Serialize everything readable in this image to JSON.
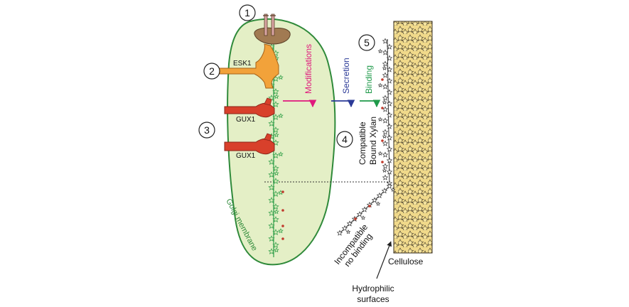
{
  "labels": {
    "step1": "1",
    "step2": "2",
    "step3": "3",
    "step4": "4",
    "step5": "5",
    "esk1": "ESK1",
    "gux1_top": "GUX1",
    "gux1_bottom": "GUX1",
    "modifications": "Modifications",
    "secretion": "Secretion",
    "binding": "Binding",
    "compatible_line1": "Compatible",
    "compatible_line2": "Bound Xylan",
    "incompatible_line1": "Incompatible",
    "incompatible_line2": "no binding",
    "golgi_membrane": "Golgi membrane",
    "cellulose": "Cellulose",
    "hydrophilic_line1": "Hydrophilic",
    "hydrophilic_line2": "surfaces"
  },
  "colors": {
    "golgi_fill": "#e4efc6",
    "golgi_stroke": "#2f8a3a",
    "xylan_chain": "#2e9e48",
    "esk1": "#f2a23a",
    "gux1": "#d8402b",
    "synthase": "#a17a52",
    "modifications": "#e0197d",
    "secretion": "#2b3a97",
    "binding": "#1f9a4a",
    "cellulose_fill": "#f0d98a",
    "cellulose_stroke": "#3a3020",
    "bound_xylan": "#333333",
    "acetyl_mark": "#c0392b"
  },
  "icons": {
    "synthase": "xylan-synthase-complex-icon",
    "esk1": "esk1-enzyme-icon",
    "gux1": "gux1-enzyme-icon",
    "cellulose": "cellulose-microfibril-icon"
  }
}
